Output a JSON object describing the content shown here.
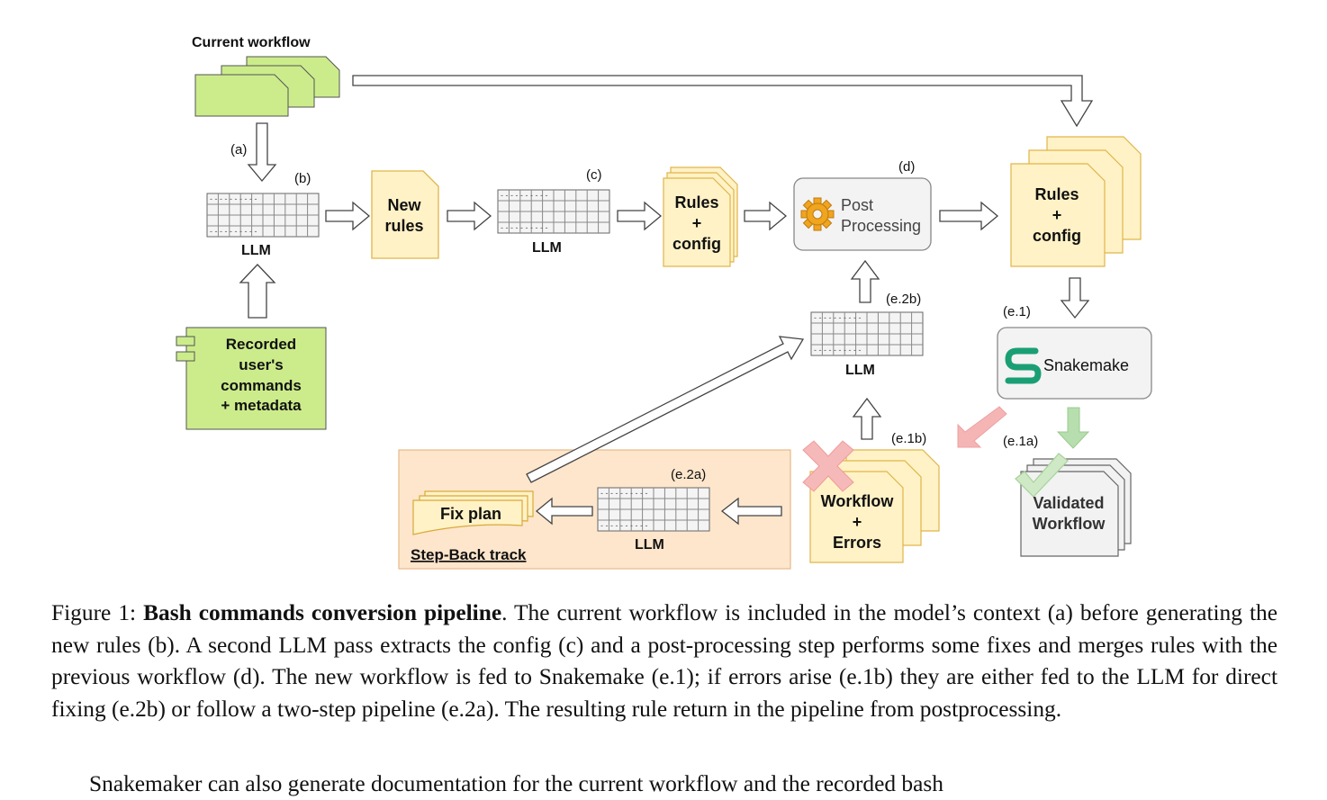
{
  "diagram": {
    "current_workflow": "Current workflow",
    "step_a": "(a)",
    "step_b": "(b)",
    "step_c": "(c)",
    "step_d": "(d)",
    "step_e1": "(e.1)",
    "step_e1a": "(e.1a)",
    "step_e1b": "(e.1b)",
    "step_e2a": "(e.2a)",
    "step_e2b": "(e.2b)",
    "llm": "LLM",
    "new_rules": [
      "New",
      "rules"
    ],
    "rules_config": [
      "Rules",
      "+",
      "config"
    ],
    "post_processing": [
      "Post",
      "Processing"
    ],
    "recorded": [
      "Recorded",
      "user's",
      "commands",
      "+ metadata"
    ],
    "snakemake": "Snakemake",
    "validated": [
      "Validated",
      "Workflow"
    ],
    "workflow_errors": [
      "Workflow",
      "+",
      "Errors"
    ],
    "fix_plan": "Fix plan",
    "step_back_track": "Step-Back track",
    "colors": {
      "green_fill": "#ccec8c",
      "yellow_fill": "#fff2c6",
      "yellow_stroke": "#e0b54a",
      "orange_panel": "#fde6cc",
      "snakemake_teal": "#1a9f74",
      "error_red": "#f5b5b5",
      "check_green": "#b7deae",
      "step_back_link": "#6e1a2e"
    }
  },
  "caption": {
    "figure_label": "Figure 1: ",
    "title": "Bash commands conversion pipeline",
    "text": ". The current workflow is included in the model’s context (a) before generating the new rules (b). A second LLM pass extracts the config (c) and a post-processing step performs some fixes and merges rules with the previous workflow (d). The new workflow is fed to Snakemake (e.1); if errors arise (e.1b) they are either fed to the LLM for direct fixing (e.2b) or follow a two-step pipeline (e.2a). The resulting rule return in the pipeline from postprocessing."
  },
  "body_text": "Snakemaker can also generate documentation for the current workflow and the recorded bash"
}
